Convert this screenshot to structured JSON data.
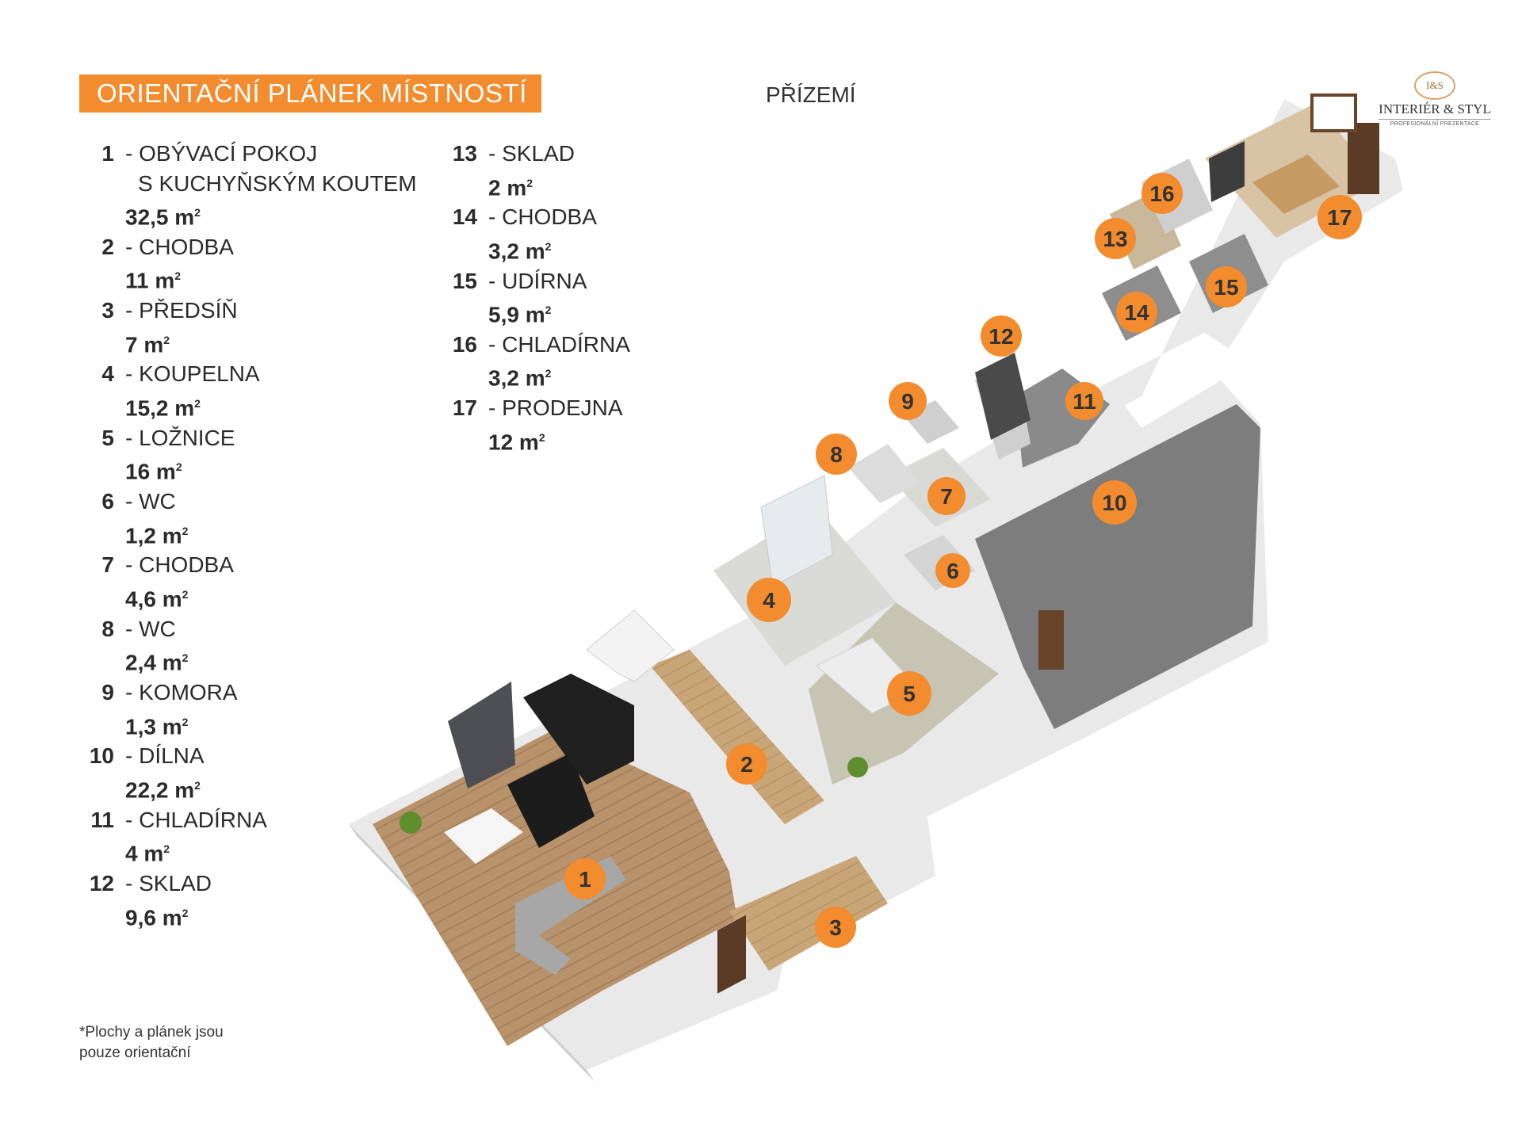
{
  "title": "ORIENTAČNÍ PLÁNEK MÍSTNOSTÍ",
  "floor": "PŘÍZEMÍ",
  "logo": {
    "monogram": "I&S",
    "name": "INTERIÉR & STYL",
    "tagline": "PROFESIONÁLNÍ PREZENTACE"
  },
  "rooms": [
    {
      "num": "1",
      "name": "OBÝVACÍ POKOJ",
      "name2": "S KUCHYŇSKÝM KOUTEM",
      "area": "32,5 m",
      "unit": "2"
    },
    {
      "num": "2",
      "name": "CHODBA",
      "area": "11 m",
      "unit": "2"
    },
    {
      "num": "3",
      "name": "PŘEDSÍŇ",
      "area": "7 m",
      "unit": "2"
    },
    {
      "num": "4",
      "name": "KOUPELNA",
      "area": "15,2 m",
      "unit": "2"
    },
    {
      "num": "5",
      "name": "LOŽNICE",
      "area": "16 m",
      "unit": "2"
    },
    {
      "num": "6",
      "name": "WC",
      "area": "1,2 m",
      "unit": "2"
    },
    {
      "num": "7",
      "name": "CHODBA",
      "area": "4,6 m",
      "unit": "2"
    },
    {
      "num": "8",
      "name": "WC",
      "area": "2,4 m",
      "unit": "2"
    },
    {
      "num": "9",
      "name": "KOMORA",
      "area": "1,3 m",
      "unit": "2"
    },
    {
      "num": "10",
      "name": "DÍLNA",
      "area": "22,2 m",
      "unit": "2"
    },
    {
      "num": "11",
      "name": "CHLADÍRNA",
      "area": "4 m",
      "unit": "2"
    },
    {
      "num": "12",
      "name": "SKLAD",
      "area": "9,6 m",
      "unit": "2"
    },
    {
      "num": "13",
      "name": "SKLAD",
      "area": "2 m",
      "unit": "2"
    },
    {
      "num": "14",
      "name": "CHODBA",
      "area": "3,2 m",
      "unit": "2"
    },
    {
      "num": "15",
      "name": "UDÍRNA",
      "area": "5,9 m",
      "unit": "2"
    },
    {
      "num": "16",
      "name": "CHLADÍRNA",
      "area": "3,2 m",
      "unit": "2"
    },
    {
      "num": "17",
      "name": "PRODEJNA",
      "area": "12 m",
      "unit": "2"
    }
  ],
  "note": [
    "*Plochy  a plánek jsou",
    "pouze orientační"
  ],
  "colors": {
    "accent": "#f28c2e",
    "floor_wood": "#b8926a",
    "floor_tile": "#d9d9d6",
    "floor_workshop": "#7d7d7d",
    "wall": "#e6e6e6"
  }
}
